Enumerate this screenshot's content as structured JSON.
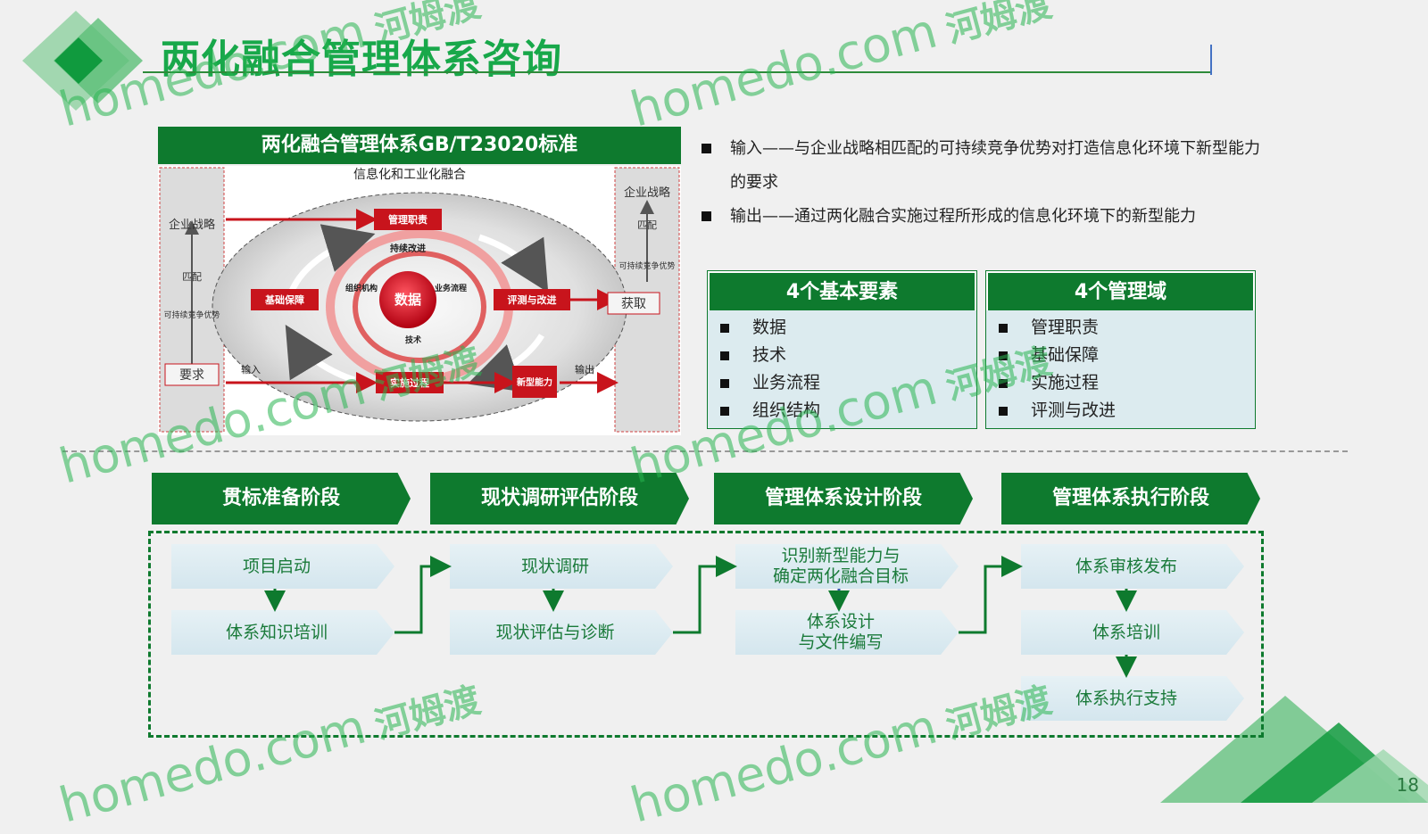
{
  "title": "两化融合管理体系咨询",
  "standard": {
    "header": "两化融合管理体系GB/T23020标准",
    "diagram": {
      "top_label": "信息化和工业化融合",
      "left_col": {
        "top": "企业战略",
        "mid": "匹配",
        "sub": "可持续竞争优势",
        "bottom": "要求"
      },
      "right_col": {
        "top": "企业战略",
        "mid": "匹配",
        "sub": "可持续竞争优势",
        "bottom": "获取"
      },
      "input_label": "输入",
      "output_label": "输出",
      "nodes": {
        "top": "管理职责",
        "left": "基础保障",
        "right": "评测与改进",
        "bottom": "实施过程",
        "out": "新型能力",
        "center": "数据"
      },
      "inner": {
        "top": "持续改进",
        "left": "组织机构",
        "right": "业务流程",
        "bottom": "技术"
      }
    }
  },
  "io": [
    {
      "text": "输入——与企业战略相匹配的可持续竞争优势对打造信息化环境下新型能力的要求"
    },
    {
      "text": "输出——通过两化融合实施过程所形成的信息化环境下的新型能力"
    }
  ],
  "basic_elements": {
    "header": "4个基本要素",
    "items": [
      "数据",
      "技术",
      "业务流程",
      "组织结构"
    ]
  },
  "management_domains": {
    "header": "4个管理域",
    "items": [
      "管理职责",
      "基础保障",
      "实施过程",
      "评测与改进"
    ]
  },
  "phases": [
    {
      "label": "贯标准备阶段",
      "steps": [
        "项目启动",
        "体系知识培训"
      ]
    },
    {
      "label": "现状调研评估阶段",
      "steps": [
        "现状调研",
        "现状评估与诊断"
      ]
    },
    {
      "label": "管理体系设计阶段",
      "steps": [
        "识别新型能力与\n确定两化融合目标",
        "体系设计\n与文件编写"
      ]
    },
    {
      "label": "管理体系执行阶段",
      "steps": [
        "体系审核发布",
        "体系培训",
        "体系执行支持"
      ]
    }
  ],
  "watermark": {
    "latin": "homedo.com",
    "cn": "河姆渡"
  },
  "page_number": "18",
  "colors": {
    "primary": "#0e7a2e",
    "title": "#18a84a",
    "step_bg": "#dcebef",
    "red": "#c8141c"
  }
}
